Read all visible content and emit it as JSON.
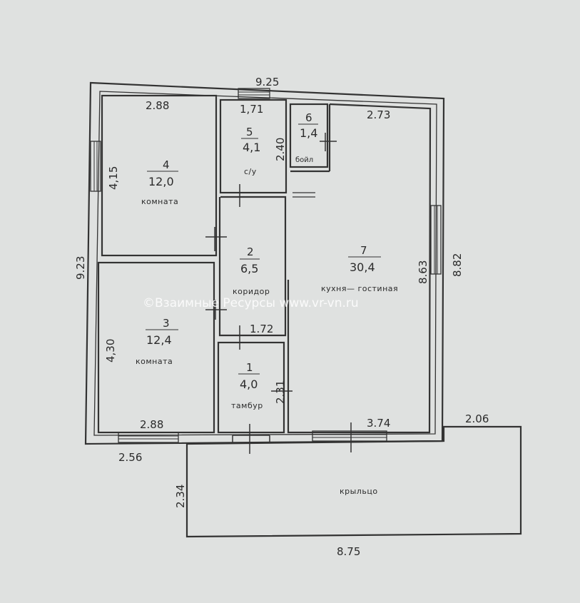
{
  "plan": {
    "dims": {
      "top_width": "9.25",
      "left_height": "9.23",
      "right_outer_height": "8.82",
      "bottom_left": "2.56",
      "porch_height": "2.34",
      "porch_width": "8.75",
      "porch_offset": "2.06"
    },
    "rooms": [
      {
        "id": "room4",
        "number": "4",
        "area": "12,0",
        "label": "комната",
        "dim_top": "2.88",
        "dim_side": "4,15"
      },
      {
        "id": "room3",
        "number": "3",
        "area": "12,4",
        "label": "комната",
        "dim_bottom": "2.88",
        "dim_side": "4,30"
      },
      {
        "id": "room5",
        "number": "5",
        "area": "4,1",
        "label": "с/у",
        "dim_top": "1,71",
        "dim_side": "2.40"
      },
      {
        "id": "room6",
        "number": "6",
        "area": "1,4",
        "label": "бойл"
      },
      {
        "id": "room2",
        "number": "2",
        "area": "6,5",
        "label": "коридор",
        "dim_bottom": "1.72"
      },
      {
        "id": "room1",
        "number": "1",
        "area": "4,0",
        "label": "тамбур",
        "dim_side": "2.31"
      },
      {
        "id": "room7",
        "number": "7",
        "area": "30,4",
        "label": "кухня— гостиная",
        "dim_top": "2.73",
        "dim_side": "8.63",
        "dim_bottom": "3.74"
      }
    ],
    "porch_label": "крыльцо",
    "watermark": "©Взаимные Ресурсы www.vr-vn.ru"
  }
}
